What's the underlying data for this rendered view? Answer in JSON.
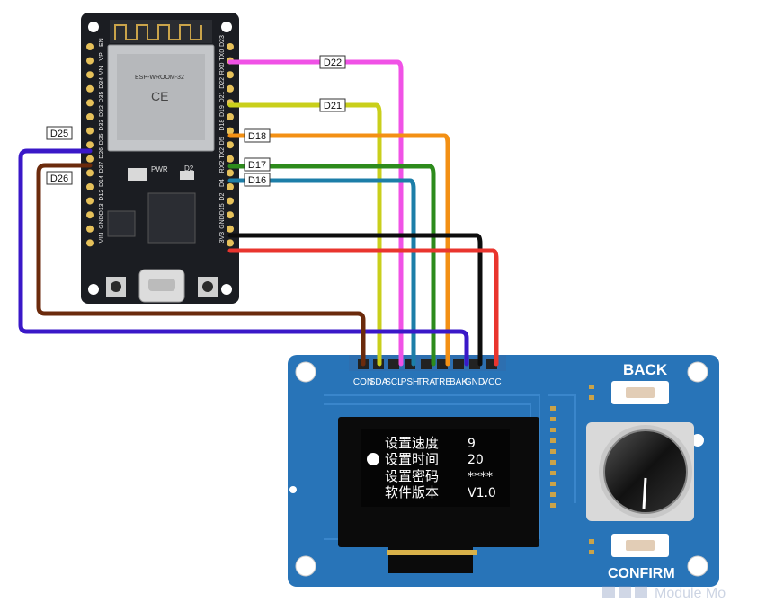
{
  "esp32": {
    "module_label": "ESP-WROOM-32",
    "pwr_label": "PWR",
    "led_label": "D2",
    "right_pins": [
      "D23",
      "TX0",
      "RX0",
      "D22",
      "D21",
      "D19",
      "D18",
      "D5",
      "TX2",
      "RX2",
      "D4",
      "D2",
      "D15",
      "GND",
      "3V3"
    ],
    "left_pins": [
      "EN",
      "VP",
      "VN",
      "D34",
      "D35",
      "D32",
      "D33",
      "D25",
      "D26",
      "D27",
      "D14",
      "D12",
      "D13",
      "GND",
      "VIN"
    ]
  },
  "wires": [
    {
      "name": "D22",
      "color": "#f052e6",
      "label": "D22"
    },
    {
      "name": "D21",
      "color": "#c9cf1b",
      "label": "D21"
    },
    {
      "name": "D18",
      "color": "#f39014",
      "label": "D18"
    },
    {
      "name": "D17",
      "color": "#2d8b1c",
      "label": "D17"
    },
    {
      "name": "D16",
      "color": "#1c7ea8",
      "label": "D16"
    },
    {
      "name": "GND",
      "color": "#0d0d0d",
      "label": ""
    },
    {
      "name": "3V3",
      "color": "#e9352e",
      "label": ""
    },
    {
      "name": "D25",
      "color": "#3a18c8",
      "label": "D25"
    },
    {
      "name": "D26",
      "color": "#6b2a0c",
      "label": "D26"
    }
  ],
  "module": {
    "pins": [
      "CON",
      "SDA",
      "SCL",
      "PSH",
      "TRA",
      "TRB",
      "BAK",
      "GND",
      "VCC"
    ],
    "back_label": "BACK",
    "confirm_label": "CONFIRM",
    "menu": [
      {
        "label": "设置速度",
        "value": "9"
      },
      {
        "label": "设置时间",
        "value": "20"
      },
      {
        "label": "设置密码",
        "value": "****"
      },
      {
        "label": "软件版本",
        "value": "V1.0"
      }
    ]
  },
  "watermark": "Module Mo"
}
